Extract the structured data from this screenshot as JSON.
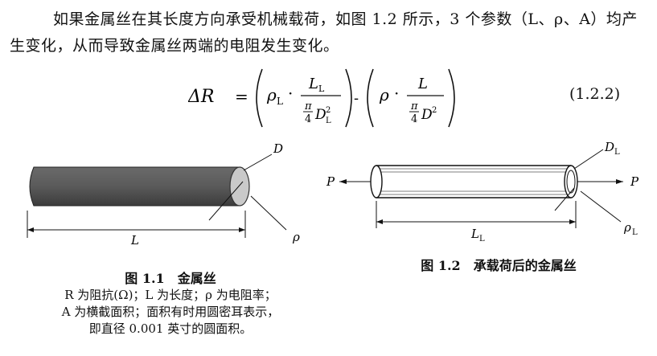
{
  "paragraph": "如果金属丝在其长度方向承受机械载荷，如图 1.2 所示，3 个参数（L、ρ、A）均产生变化，从而导致金属丝两端的电阻发生变化。",
  "equation": {
    "lhs": "ΔR",
    "equals": "=",
    "rho1": "ρ",
    "rho1_sub": "L",
    "dot": "·",
    "L1": "L",
    "L1_sub": "L",
    "pi": "π",
    "four": "4",
    "D1": "D",
    "D1_sub": "L",
    "D1_sup": "2",
    "minus": "-",
    "rho2": "ρ",
    "L2": "L",
    "D2": "D",
    "D2_sup": "2",
    "number": "(1.2.2)"
  },
  "figure1": {
    "label_D": "D",
    "label_L": "L",
    "label_rho": "ρ",
    "caption_title": "图 1.1　金属丝",
    "caption_lines": [
      "R 为阻抗(Ω)；L 为长度；ρ 为电阻率；",
      "A 为横截面积；面积有时用圆密耳表示，",
      "即直径 0.001 英寸的圆面积。"
    ]
  },
  "figure2": {
    "label_DL": "D",
    "label_DL_sub": "L",
    "label_P_left": "P",
    "label_P_right": "P",
    "label_LL": "L",
    "label_LL_sub": "L",
    "label_rhoL": "ρ",
    "label_rhoL_sub": "L",
    "caption_title": "图 1.2　承载荷后的金属丝"
  }
}
